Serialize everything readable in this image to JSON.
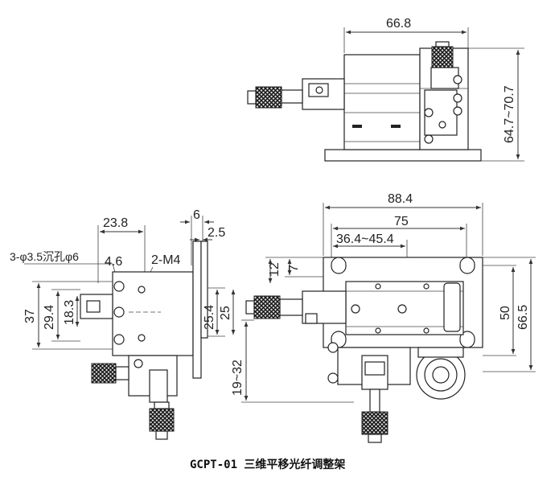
{
  "caption": "GCPT-01 三维平移光纤调整架",
  "top_view": {
    "width_dim": "66.8",
    "height_dim": "64.7~70.7"
  },
  "side_view": {
    "width_dim": "23.8",
    "dim_6": "6",
    "dim_2_5": "2.5",
    "hole_note": "3-φ3.5沉孔φ6",
    "dim_4_6": "4.6",
    "thread_note": "2-M4",
    "dim_37": "37",
    "dim_29_4": "29.4",
    "dim_18_3": "18.3",
    "dim_25_4": "25.4",
    "dim_25": "25"
  },
  "front_view": {
    "dim_88_4": "88.4",
    "dim_75": "75",
    "dim_range": "36.4~45.4",
    "dim_12": "12",
    "dim_7": "7",
    "dim_19_32": "19~32",
    "dim_50": "50",
    "dim_66_5": "66.5"
  },
  "icons": [
    "micrometer-knob-icon",
    "mounting-slot-icon",
    "hole-icon",
    "fiber-chuck-icon"
  ]
}
